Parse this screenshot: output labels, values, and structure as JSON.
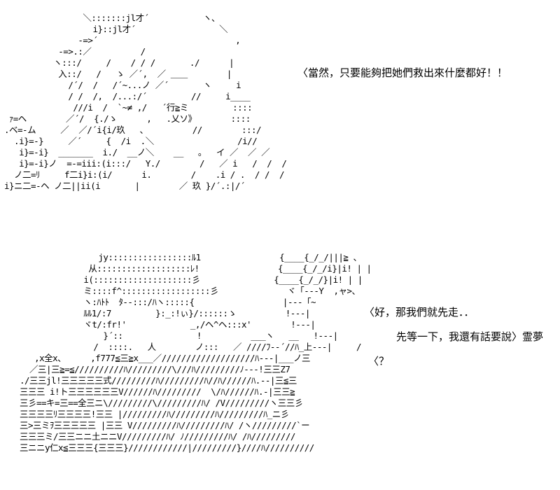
{
  "panel1": {
    "art_lines": [
      "                ＼:::::::jl才´           ヽ、",
      "                  i}::jl才´                 ＼",
      "               -=>´                            ,",
      "           -=>.:／          /",
      "          ヽ:::/     /    / / /       ./      |",
      "           入::/   /   ゝ ／´,  ／ ＿＿        |",
      "             /´/  /   /´~...ノ ／´       ヽ     i",
      "             / /  /,  /...:/´         //     i____",
      "              ///i  /  `~≠ ,/   ´行≧ミ         ::::",
      " ｧ=ヘ        ／´/  {./ゝ      ,   .乂ソ》       ::::",
      ".ベ=-ム     ／  ／/´i{i/玖   、         //        :::/",
      "  .i}=-}     ／´     {  /i  .＼                 /i//",
      "   i}=-i}  _______  i./  __ノ＼    __   。  イ ／  ／ ／",
      "   i}=-i}ノ  =-=iii:(i:::/   Y./        /   ／ i   /  /  /",
      "  ノ二=ﾘ     f二i}i:(i/      i.        /    .i / .  / /  /",
      "i}ニ二=-ヘ ノ二||ii(i       |        ／ 玖 }/´.:|/´"
    ],
    "speech": "〈當然，只要能夠把她們救出來什麼都好！！"
  },
  "panel2": {
    "art_lines": [
      "                jy:::::::::::::::::ﾙ1                {____{_/_/|||≧ 、",
      "              从:::::::::::::::::::ﾚ!                {____{_/_/i}|i! | |",
      "             i(::::::::::::::::::::彡               {____{_/_/}|i! | |",
      "             ミ::::f^::::::::::::::::::彡              ヾ「---Y  ,ャ>、",
      "             ヽ:ﾊﾄﾄ  ﾀ--:::/ﾊヽ:::::{                  |---「~",
      "             ﾙﾙ1/:7         }:_:!ぃ}/::::::ゝ          !---|",
      "             ヾt/:fr!'             _,/ヘ^ヘ:::x'        !---|",
      "                 }´::               !          ___ヽ   __   !---|",
      "               /  ::::.   人        ノ:::   ／ ////ﾌ--´//ﾊ_上---|     /",
      "   ,x全x、     ,f777≦三≧x___／///////////////////ﾊ---|___ノ三",
      "  ／三|三≧=≦//////////ﾊ/////////\\///ﾊ/////////ﾉ---!三三Z7",
      "./三三jl!三三三三三式/////////ﾊ/////////ﾊ//ﾊ//////ﾊ.--|三≦三",
      "三三三 i!ト三三三三三三V//////ﾊ/////////  \\/ﾊ//////ﾊ.-|三三≧",
      "三彡==キ=三==全三ニ\\/////////\\/////////ﾊ/ /V/////////ヽ三三彡",
      "三三三三ﾘ三三三三!三三 |/////////ﾊ/////////ﾊ/////////ﾊ_ニ彡",
      "三>三ミｦ三三三三三 |三三 V/////////ﾊ/////////ﾊ/ /ヽ/////////`ー",
      "三三三ミ/三三ニニ土ニニV/////////ﾊ/ ﾉ/////////ﾊ/ /ﾊ/////////",
      "三ニニy仁x≦三三三{三三三}////////////|/////////}////ﾊ//////////"
    ],
    "speech_reimu": "〈好，那我們就先走．．",
    "speech_wait": "先等一下，我還有話要說〉霊夢",
    "speech_question": "〈？"
  }
}
